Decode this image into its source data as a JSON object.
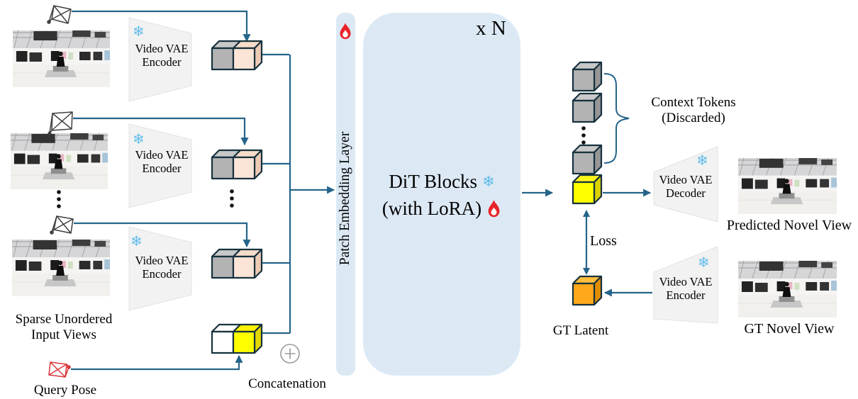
{
  "figure": {
    "type": "architecture-diagram",
    "left": {
      "input_views_caption": "Sparse Unordered Input Views",
      "query_pose_caption": "Query Pose",
      "encoder_label": "Video VAE Encoder"
    },
    "center": {
      "concatenation_caption": "Concatenation",
      "patch_embedding_label": "Patch Embedding Layer",
      "dit_title": "DiT Blocks",
      "dit_subtitle": "(with LoRA)",
      "repeat_count": "x N"
    },
    "right": {
      "context_tokens_caption": "Context Tokens (Discarded)",
      "decoder_label": "Video VAE Decoder",
      "encoder_label": "Video VAE Encoder",
      "loss_label": "Loss",
      "gt_latent_caption": "GT Latent",
      "predicted_view_caption": "Predicted Novel View",
      "gt_view_caption": "GT Novel View"
    },
    "icons": {
      "snowflake": "❄"
    },
    "colors": {
      "flow_line": "#25648A",
      "panel_blue": "#DCE9F5",
      "cube_gray": "#B3B3B3",
      "cube_peach": "#FCE5D6",
      "cube_yellow": "#FFFF00",
      "cube_orange": "#FFA81C",
      "flame_red": "#E8242A",
      "snowflake_blue": "#5FBCEA"
    }
  }
}
